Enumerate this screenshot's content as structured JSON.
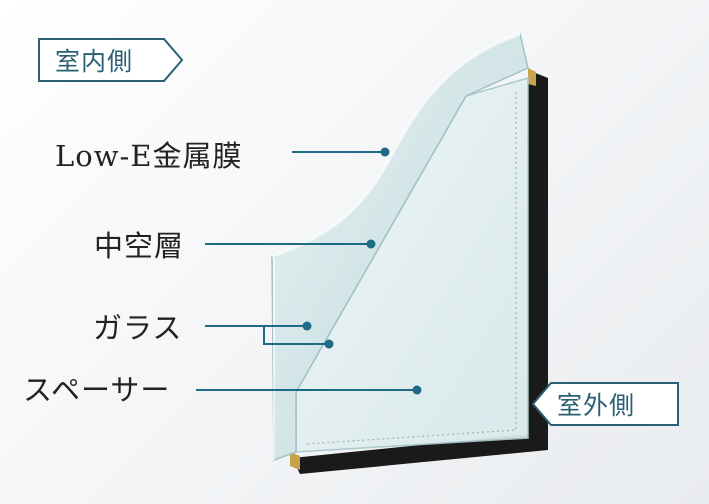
{
  "tags": {
    "indoor": "室内側",
    "outdoor": "室外側"
  },
  "labels": {
    "low_e": "Low-E金属膜",
    "air_layer": "中空層",
    "glass": "ガラス",
    "spacer": "スペーサー"
  },
  "colors": {
    "accent": "#2b5f73",
    "leader": "#1f6a86",
    "frame": "#1a1a1a",
    "glass_tint": "#cfe3e6"
  }
}
